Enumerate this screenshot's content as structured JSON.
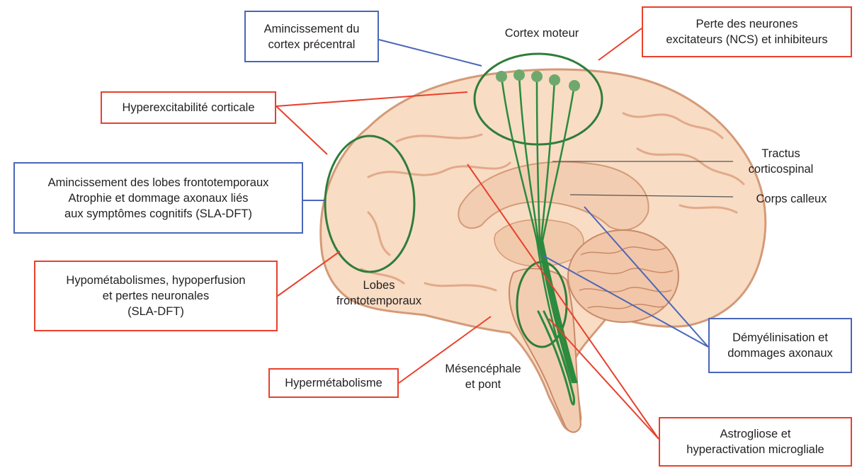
{
  "colors": {
    "red_callout": "#e8412c",
    "blue_callout": "#4a66b8",
    "green_outline": "#2f7d3a",
    "tract_green": "#2b8a3e",
    "brain_fill": "#f8dcc4",
    "brain_outline": "#d49a78",
    "sulcus": "#e2a98a",
    "cerebellum": "#f2c6a8"
  },
  "boxes": {
    "amincissement_cortex": "Amincissement du\ncortex précentral",
    "hyperexcitabilite": "Hyperexcitabilité corticale",
    "amincissement_lobes": "Amincissement des lobes frontotemporaux\nAtrophie et dommage axonaux liés\naux symptômes cognitifs (SLA-DFT)",
    "hypometabolismes": "Hypométabolismes, hypoperfusion\net pertes neuronales\n(SLA-DFT)",
    "hypermetabolisme": "Hypermétabolisme",
    "perte_neurones": "Perte des neurones\nexcitateurs (NCS) et inhibiteurs",
    "demyelinisation": "Démyélinisation et\ndommages axonaux",
    "astrogliose": "Astrogliose et\nhyperactivation microgliale"
  },
  "labels": {
    "cortex_moteur": "Cortex moteur",
    "tractus": "Tractus\ncorticospinal",
    "corps_calleux": "Corps calleux",
    "lobes": "Lobes\nfrontotemporaux",
    "mesencephale": "Mésencéphale\net pont"
  }
}
